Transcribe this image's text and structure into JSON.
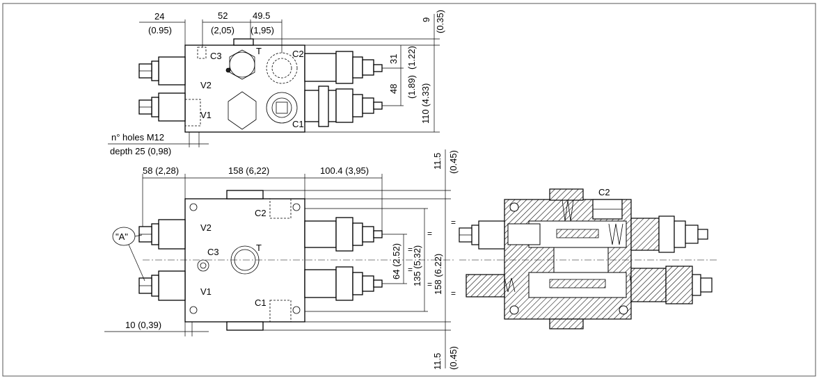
{
  "top_view": {
    "dim_24": "24",
    "dim_24_in": "(0.95)",
    "dim_52": "52",
    "dim_52_in": "(2,05)",
    "dim_49": "49.5",
    "dim_49_in": "(1,95)",
    "dim_9": "9",
    "dim_9_in": "(0.35)",
    "dim_31": "31",
    "dim_31_in": "(1.22)",
    "dim_48": "48",
    "dim_48_in": "(1.89)",
    "dim_110": "110 (4.33)",
    "port_c3": "C3",
    "port_t": "T",
    "port_c2": "C2",
    "port_v2": "V2",
    "port_v1": "V1",
    "port_c1": "C1",
    "holes_label": "n° holes M12",
    "depth_label": "depth 25 (0,98)"
  },
  "front_view": {
    "dim_58": "58 (2,28)",
    "dim_158": "158 (6,22)",
    "dim_100": "100.4 (3,95)",
    "dim_11a": "11.5",
    "dim_11a_in": "(0.45)",
    "dim_11b": "11.5",
    "dim_11b_in": "(0.45)",
    "dim_64": "64 (2.52)",
    "dim_135": "135 (5.32)",
    "dim_158v": "158 (6.22)",
    "dim_10": "10 (0,39)",
    "detail_a": "\"A\"",
    "port_c2": "C2",
    "port_v2": "V2",
    "port_c3": "C3",
    "port_t": "T",
    "port_v1": "V1",
    "port_c1": "C1",
    "eq": "="
  },
  "section_view": {
    "port_c2": "C2",
    "eq": "="
  }
}
